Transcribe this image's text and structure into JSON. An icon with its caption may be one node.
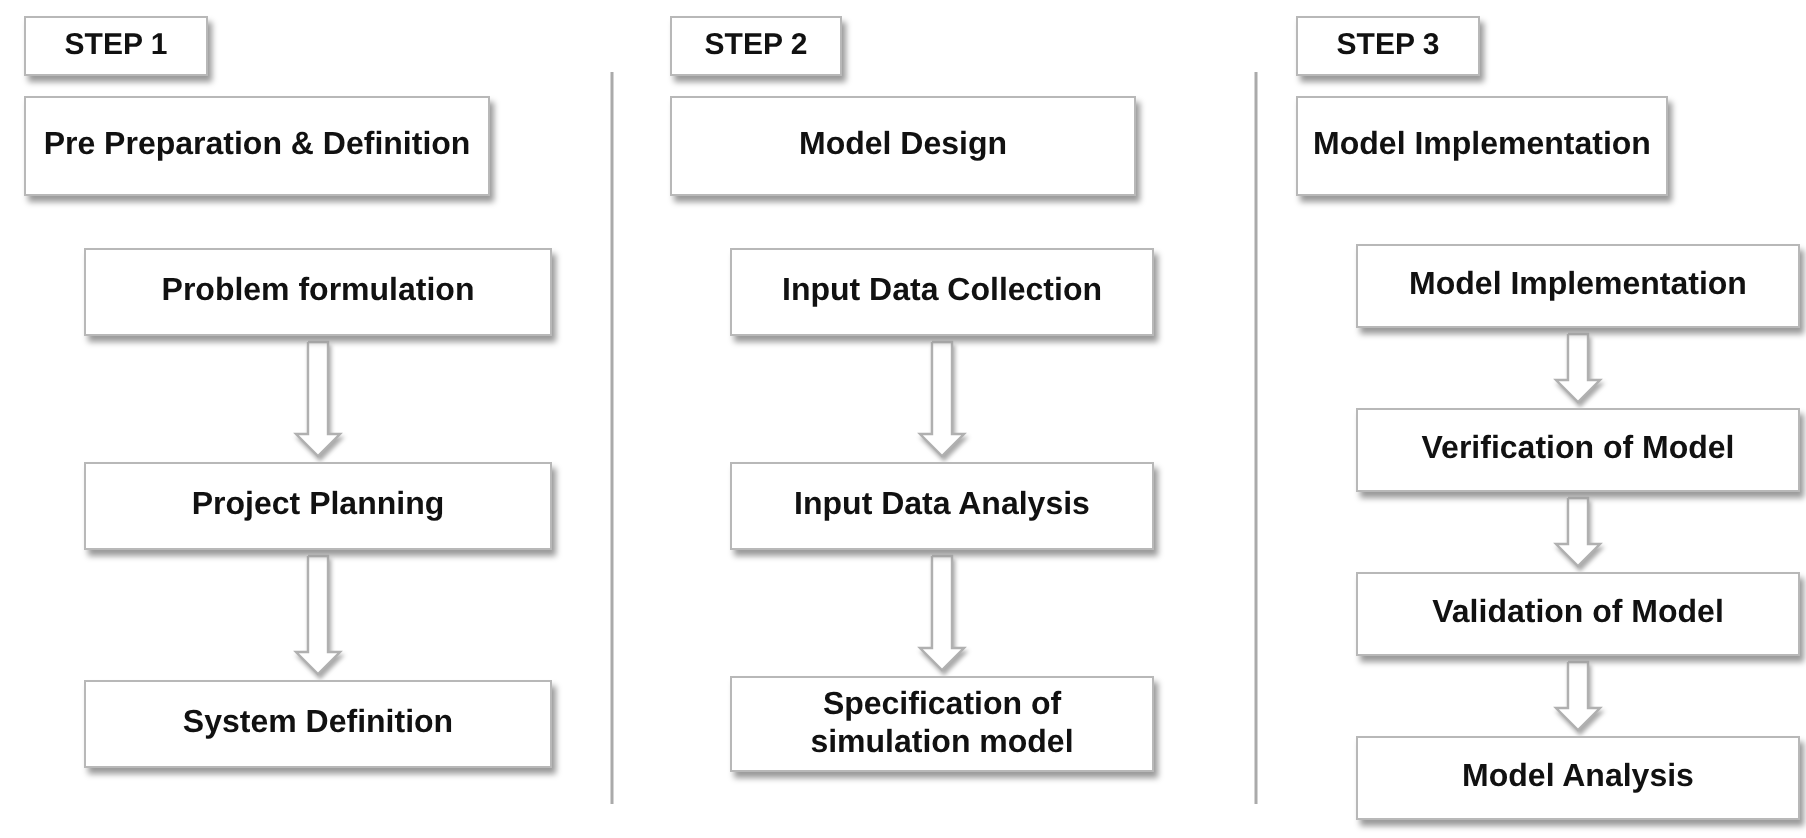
{
  "diagram": {
    "nodes": [
      {
        "text": [
          "STEP 1"
        ]
      },
      {
        "text": [
          "Pre Preparation & Definition"
        ]
      },
      {
        "text": [
          "Problem formulation"
        ]
      },
      {
        "text": [
          "Project Planning"
        ]
      },
      {
        "text": [
          "System Definition"
        ]
      },
      {
        "text": [
          "STEP 2"
        ]
      },
      {
        "text": [
          "Model Design"
        ]
      },
      {
        "text": [
          "Input Data Collection"
        ]
      },
      {
        "text": [
          "Input Data Analysis"
        ]
      },
      {
        "text": [
          "Specification of simulation model"
        ]
      },
      {
        "text": [
          "STEP 3"
        ]
      },
      {
        "text": [
          "Model Implementation"
        ]
      },
      {
        "text": [
          "Model Implementation"
        ]
      },
      {
        "text": [
          "Verification of Model"
        ]
      },
      {
        "text": [
          "Validation of Model"
        ]
      },
      {
        "text": [
          "Model Analysis"
        ]
      }
    ],
    "edges": [
      {
        "from": 2,
        "to": 3,
        "arrow": "to"
      },
      {
        "from": 3,
        "to": 4,
        "arrow": "to"
      },
      {
        "from": 7,
        "to": 8,
        "arrow": "to"
      },
      {
        "from": 8,
        "to": 9,
        "arrow": "to"
      },
      {
        "from": 12,
        "to": 13,
        "arrow": "to"
      },
      {
        "from": 13,
        "to": 14,
        "arrow": "to"
      },
      {
        "from": 14,
        "to": 15,
        "arrow": "to"
      }
    ]
  }
}
